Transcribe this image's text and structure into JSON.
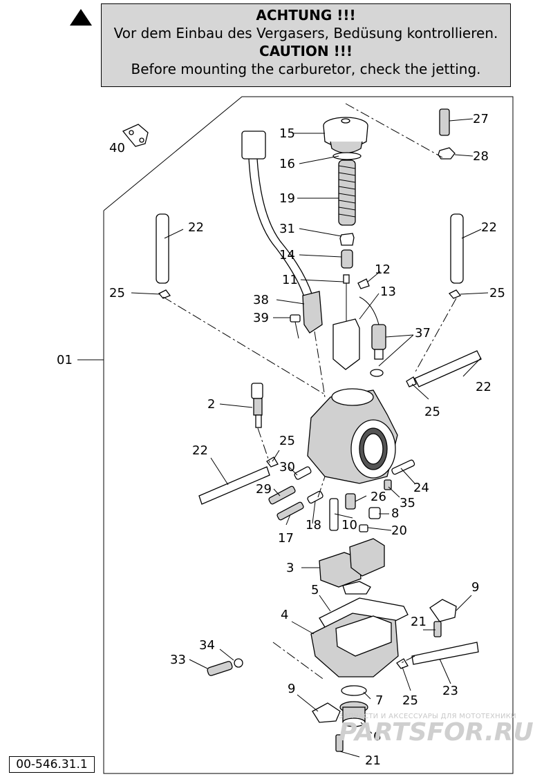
{
  "warning": {
    "icon": "warning-triangle-icon",
    "heading_de": "ACHTUNG !!!",
    "text_de": "Vor dem Einbau des Vergasers, Bedüsung kontrollieren.",
    "heading_en": "CAUTION !!!",
    "text_en": "Before mounting the carburetor, check the jetting."
  },
  "callouts": {
    "c01": "01",
    "c2": "2",
    "c3": "3",
    "c4": "4",
    "c5": "5",
    "c6": "6",
    "c7": "7",
    "c8": "8",
    "c9a": "9",
    "c9b": "9",
    "c10": "10",
    "c11": "11",
    "c12": "12",
    "c13": "13",
    "c14": "14",
    "c15": "15",
    "c16": "16",
    "c17": "17",
    "c18": "18",
    "c19": "19",
    "c20": "20",
    "c21a": "21",
    "c21b": "21",
    "c22a": "22",
    "c22b": "22",
    "c22c": "22",
    "c22d": "22",
    "c23": "23",
    "c24": "24",
    "c25a": "25",
    "c25b": "25",
    "c25c": "25",
    "c25d": "25",
    "c25e": "25",
    "c26": "26",
    "c27": "27",
    "c28": "28",
    "c29": "29",
    "c30": "30",
    "c31": "31",
    "c33": "33",
    "c34": "34",
    "c35": "35",
    "c37": "37",
    "c38": "38",
    "c39": "39",
    "c40": "40"
  },
  "watermark": {
    "subtitle": "ЗАПЧАСТИ И АКСЕССУАРЫ ДЛЯ МОТОТЕХНИКИ",
    "logo": "PARTSFOR.RU"
  },
  "document_number": "00-546.31.1"
}
